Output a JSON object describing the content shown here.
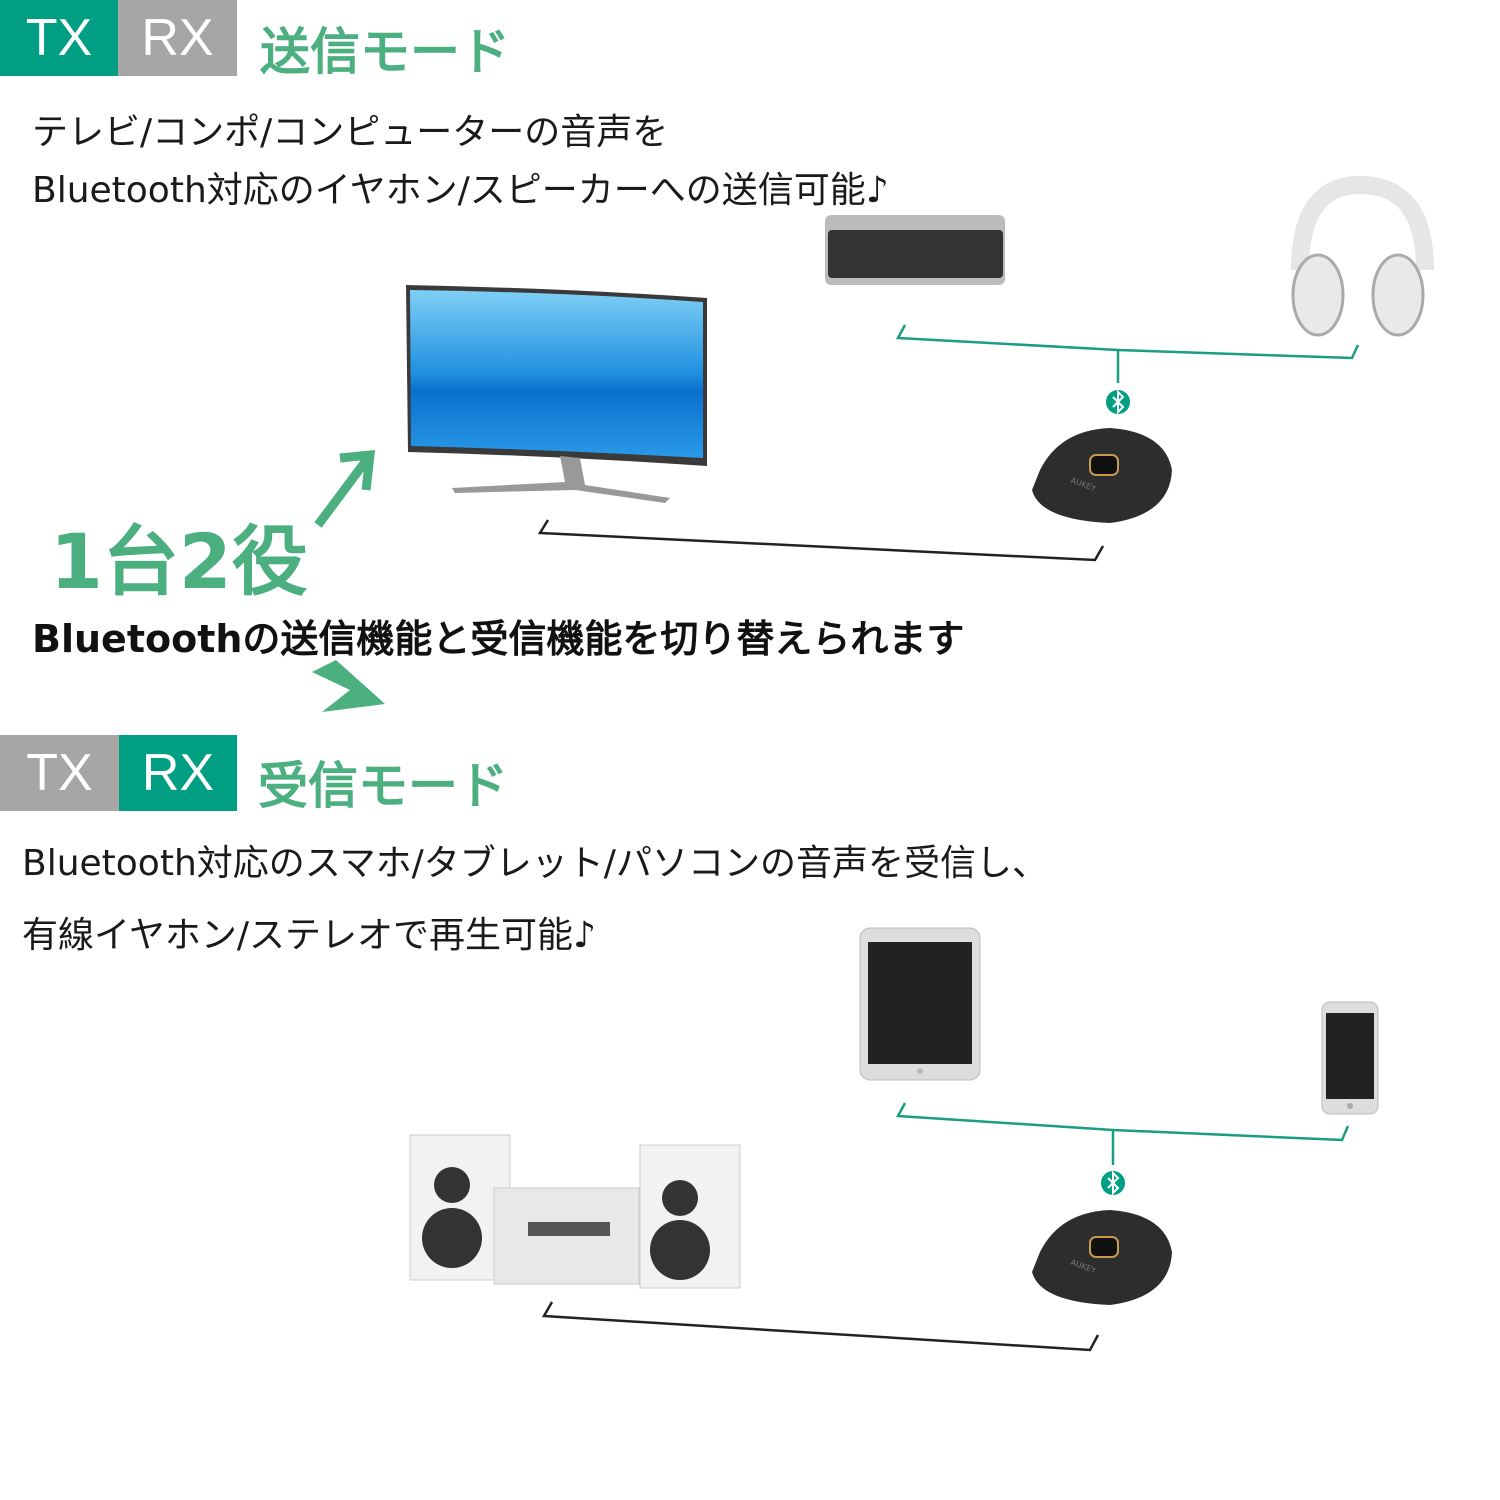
{
  "colors": {
    "active": "#009e82",
    "inactive": "#a6a6a6",
    "accent_green": "#4caf7f",
    "line": "#1a9e80"
  },
  "tx_section": {
    "tag_tx": "TX",
    "tag_rx": "RX",
    "mode_title": "送信モード",
    "desc_lines": [
      "テレビ/コンポ/コンピューターの音声を",
      "Bluetooth対応のイヤホン/スピーカーへの送信可能♪"
    ]
  },
  "middle": {
    "badge": "1台2役",
    "headline": "Bluetoothの送信機能と受信機能を切り替えられます"
  },
  "rx_section": {
    "tag_tx": "TX",
    "tag_rx": "RX",
    "mode_title": "受信モード",
    "desc_lines": [
      "Bluetooth対応のスマホ/タブレット/パソコンの音声を受信し、",
      "有線イヤホン/ステレオで再生可能♪"
    ]
  },
  "device_brand": "AUKEY",
  "icons": [
    "bluetooth-icon",
    "tv-monitor-icon",
    "speaker-icon",
    "headphones-icon",
    "tablet-icon",
    "smartphone-icon",
    "stereo-system-icon",
    "arrow-icon"
  ]
}
